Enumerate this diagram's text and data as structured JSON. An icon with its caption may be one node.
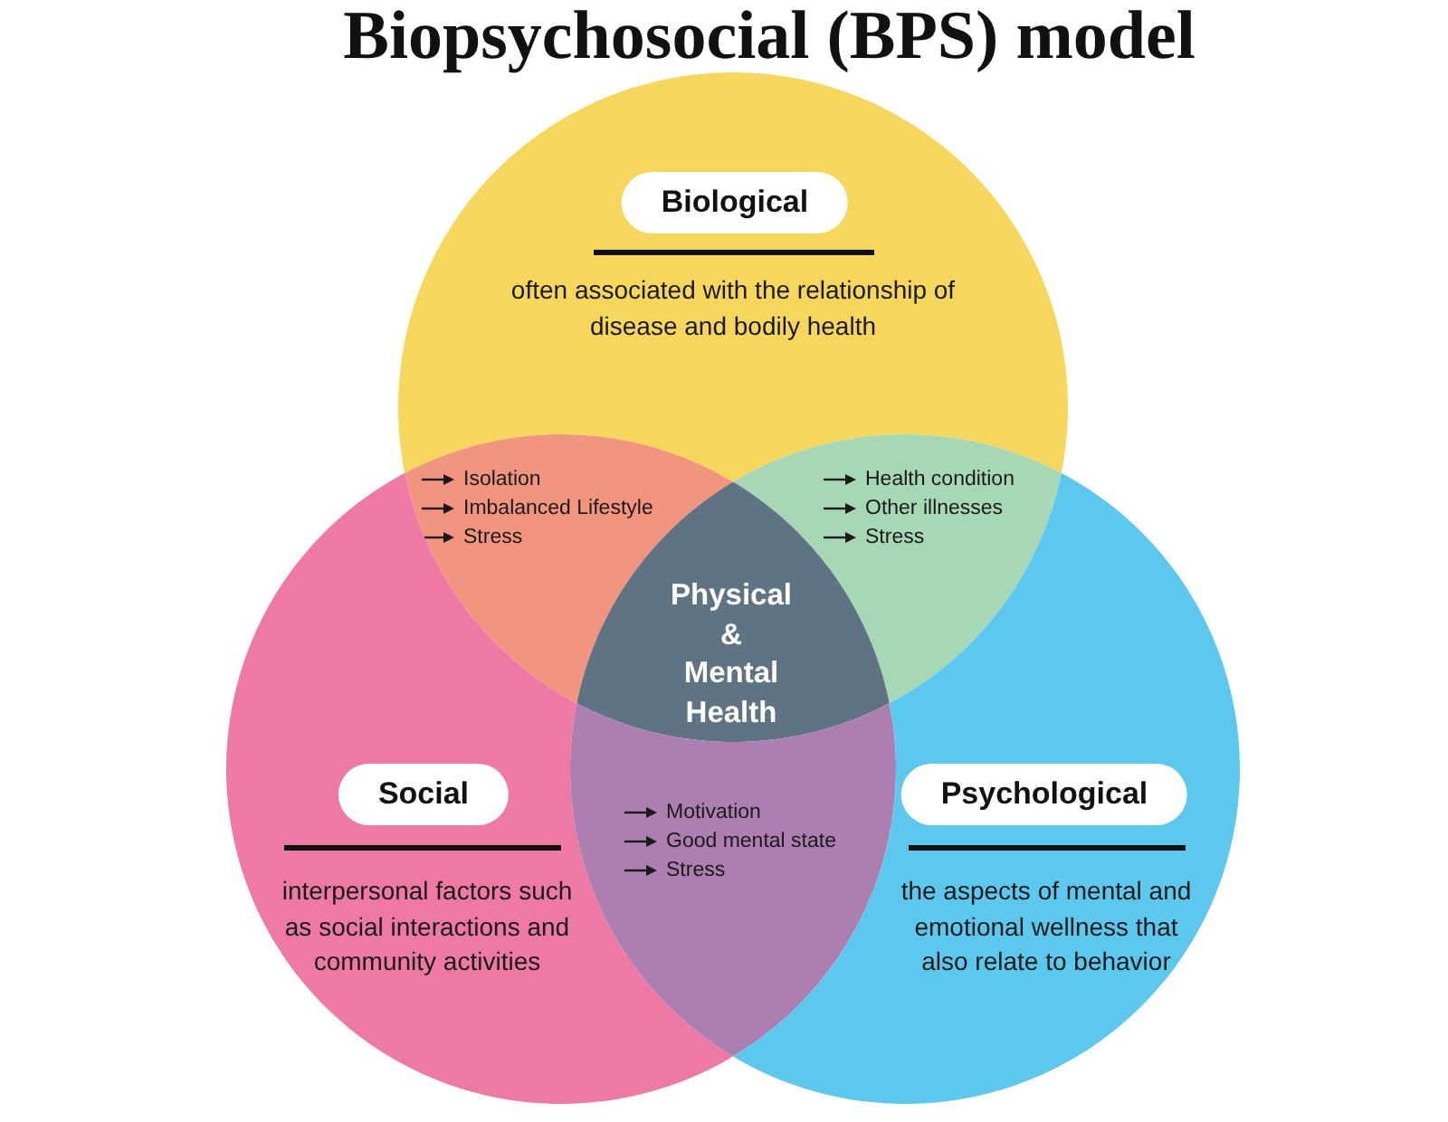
{
  "diagram": {
    "title": "Biopsychosocial (BPS) model",
    "nodes": [
      {
        "text": [
          "Biological",
          "often associated with the relationship of disease and bodily health"
        ]
      },
      {
        "text": [
          "Isolation",
          "Imbalanced Lifestyle",
          "Stress"
        ]
      },
      {
        "text": [
          "Health condition",
          "Other illnesses",
          "Stress"
        ]
      },
      {
        "text": [
          "Physical & Mental Health"
        ]
      },
      {
        "text": [
          "Social",
          "interpersonal factors such as social interactions and community activities"
        ]
      },
      {
        "text": [
          "Motivation",
          "Good mental state",
          "Stress"
        ]
      },
      {
        "text": [
          "Psychological",
          "the aspects of mental and emotional wellness that also relate to behavior"
        ]
      }
    ]
  }
}
